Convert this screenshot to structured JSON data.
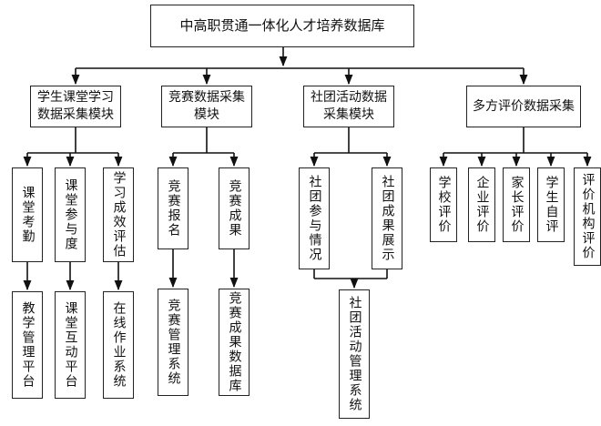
{
  "root": "中高职贯通一体化人才培养数据库",
  "modules": [
    {
      "title": "学生课堂学习数据采集模块",
      "subs": [
        {
          "label": "课堂考勤",
          "platform": "教学管理平台"
        },
        {
          "label": "课堂参与度",
          "platform": "课堂互动平台"
        },
        {
          "label": "学习成效评估",
          "platform": "在线作业系统"
        }
      ]
    },
    {
      "title": "竞赛数据采集模块",
      "subs": [
        {
          "label": "竞赛报名",
          "platform": "竞赛管理系统"
        },
        {
          "label": "竞赛成果",
          "platform": "竞赛成果数据库"
        }
      ]
    },
    {
      "title": "社团活动数据采集模块",
      "subs": [
        {
          "label": "社团参与情况"
        },
        {
          "label": "社团成果展示"
        }
      ],
      "shared_platform": "社团活动管理系统"
    },
    {
      "title": "多方评价数据采集",
      "subs": [
        {
          "label": "学校评价"
        },
        {
          "label": "企业评价"
        },
        {
          "label": "家长评价"
        },
        {
          "label": "学生自评"
        },
        {
          "label": "评价机构评价"
        }
      ]
    }
  ]
}
